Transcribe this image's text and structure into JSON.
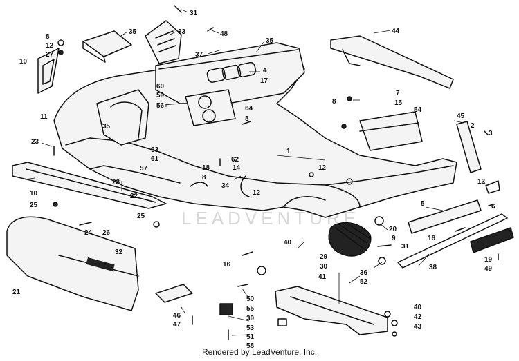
{
  "footer_text": "Rendered by LeadVenture, Inc.",
  "watermark_text": "LEADVENTURE",
  "callouts": [
    {
      "id": "c31a",
      "label": "31"
    },
    {
      "id": "c35a",
      "label": "35"
    },
    {
      "id": "c33",
      "label": "33"
    },
    {
      "id": "c48",
      "label": "48"
    },
    {
      "id": "c35b",
      "label": "35"
    },
    {
      "id": "c44",
      "label": "44"
    },
    {
      "id": "c8a",
      "label": "8"
    },
    {
      "id": "c12a",
      "label": "12"
    },
    {
      "id": "c27",
      "label": "27"
    },
    {
      "id": "c37",
      "label": "37"
    },
    {
      "id": "c4",
      "label": "4"
    },
    {
      "id": "c17",
      "label": "17"
    },
    {
      "id": "c10",
      "label": "10"
    },
    {
      "id": "c60",
      "label": "60"
    },
    {
      "id": "c59",
      "label": "59"
    },
    {
      "id": "c56",
      "label": "56"
    },
    {
      "id": "c64",
      "label": "64"
    },
    {
      "id": "c8b",
      "label": "8"
    },
    {
      "id": "c8c",
      "label": "8"
    },
    {
      "id": "c7",
      "label": "7"
    },
    {
      "id": "c15",
      "label": "15"
    },
    {
      "id": "c54",
      "label": "54"
    },
    {
      "id": "c45",
      "label": "45"
    },
    {
      "id": "c2",
      "label": "2"
    },
    {
      "id": "c3",
      "label": "3"
    },
    {
      "id": "c11",
      "label": "11"
    },
    {
      "id": "c35c",
      "label": "35"
    },
    {
      "id": "c23",
      "label": "23"
    },
    {
      "id": "c63",
      "label": "63"
    },
    {
      "id": "c61",
      "label": "61"
    },
    {
      "id": "c62",
      "label": "62"
    },
    {
      "id": "c1",
      "label": "1"
    },
    {
      "id": "c57",
      "label": "57"
    },
    {
      "id": "c18",
      "label": "18"
    },
    {
      "id": "c14",
      "label": "14"
    },
    {
      "id": "c8d",
      "label": "8"
    },
    {
      "id": "c12b",
      "label": "12"
    },
    {
      "id": "c28",
      "label": "28"
    },
    {
      "id": "c34",
      "label": "34"
    },
    {
      "id": "c12c",
      "label": "12"
    },
    {
      "id": "c13",
      "label": "13"
    },
    {
      "id": "c10b",
      "label": "10"
    },
    {
      "id": "c22",
      "label": "22"
    },
    {
      "id": "c25a",
      "label": "25"
    },
    {
      "id": "c5",
      "label": "5"
    },
    {
      "id": "c6",
      "label": "6"
    },
    {
      "id": "c26",
      "label": "26"
    },
    {
      "id": "c25b",
      "label": "25"
    },
    {
      "id": "c24",
      "label": "24"
    },
    {
      "id": "c20",
      "label": "20"
    },
    {
      "id": "c9",
      "label": "9"
    },
    {
      "id": "c16a",
      "label": "16"
    },
    {
      "id": "c40a",
      "label": "40"
    },
    {
      "id": "c31b",
      "label": "31"
    },
    {
      "id": "c32",
      "label": "32"
    },
    {
      "id": "c29",
      "label": "29"
    },
    {
      "id": "c30",
      "label": "30"
    },
    {
      "id": "c19",
      "label": "19"
    },
    {
      "id": "c49",
      "label": "49"
    },
    {
      "id": "c16b",
      "label": "16"
    },
    {
      "id": "c38",
      "label": "38"
    },
    {
      "id": "c36",
      "label": "36"
    },
    {
      "id": "c52",
      "label": "52"
    },
    {
      "id": "c41",
      "label": "41"
    },
    {
      "id": "c21",
      "label": "21"
    },
    {
      "id": "c50",
      "label": "50"
    },
    {
      "id": "c55",
      "label": "55"
    },
    {
      "id": "c39",
      "label": "39"
    },
    {
      "id": "c46",
      "label": "46"
    },
    {
      "id": "c47",
      "label": "47"
    },
    {
      "id": "c40b",
      "label": "40"
    },
    {
      "id": "c42",
      "label": "42"
    },
    {
      "id": "c43",
      "label": "43"
    },
    {
      "id": "c53",
      "label": "53"
    },
    {
      "id": "c51",
      "label": "51"
    },
    {
      "id": "c58",
      "label": "58"
    }
  ]
}
